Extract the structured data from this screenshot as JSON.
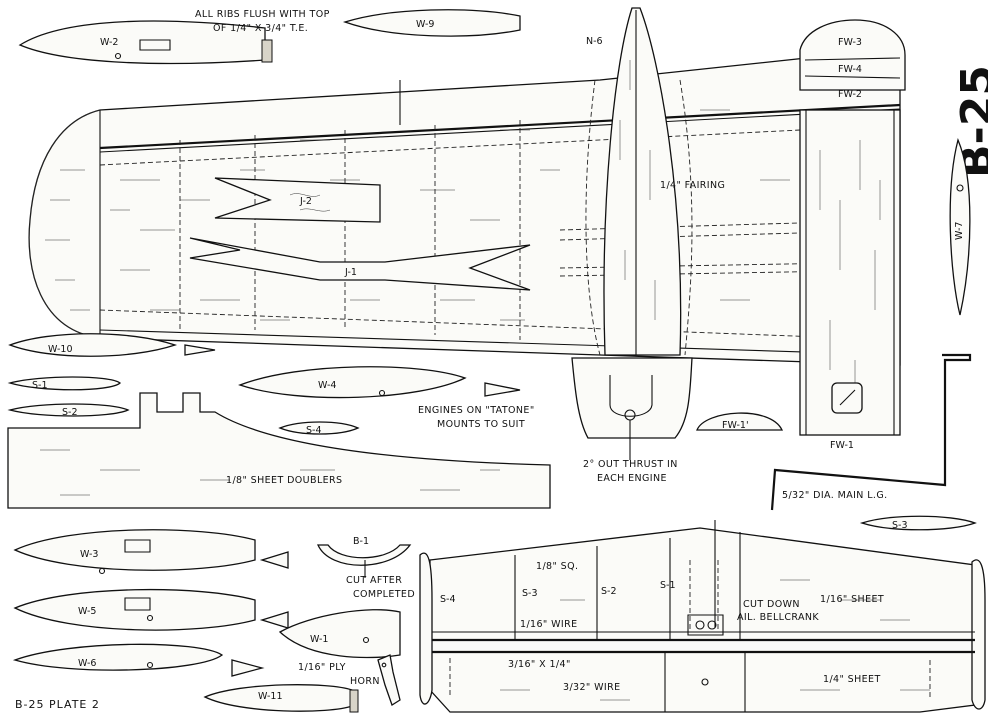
{
  "notes": {
    "ribs_flush_1": "ALL RIBS FLUSH WITH TOP",
    "ribs_flush_2": "OF 1/4\" X 3/4\" T.E.",
    "engines_mount_1": "ENGINES ON \"TATONE\"",
    "engines_mount_2": "MOUNTS TO SUIT",
    "thrust_1": "2° OUT THRUST IN",
    "thrust_2": "EACH ENGINE",
    "sheet_doublers": "1/8\" SHEET DOUBLERS",
    "fairing": "1/4\" FAIRING",
    "main_lg": "5/32\" DIA. MAIN L.G.",
    "cut_after_1": "CUT AFTER",
    "cut_after_2": "COMPLETED",
    "ply_horn_1": "1/16\" PLY",
    "ply_horn_2": "HORN",
    "sq": "1/8\" SQ.",
    "wire_116": "1/16\" WIRE",
    "spar": "3/16\" X 1/4\"",
    "wire_332": "3/32\" WIRE",
    "sheet_116": "1/16\" SHEET",
    "sheet_14": "1/4\" SHEET",
    "cut_down_1": "CUT DOWN",
    "cut_down_2": "AIL. BELLCRANK"
  },
  "parts": {
    "w2": "W-2",
    "w9": "W-9",
    "w10": "W-10",
    "w4": "W-4",
    "w3": "W-3",
    "w5": "W-5",
    "w6": "W-6",
    "w1": "W-1",
    "w11": "W-11",
    "w7": "W-7",
    "s1": "S-1",
    "s2": "S-2",
    "s3": "S-3",
    "s4": "S-4",
    "j1": "J-1",
    "j2": "J-2",
    "n6": "N-6",
    "fw1": "FW-1",
    "fw1p": "FW-1'",
    "fw2": "FW-2",
    "fw3": "FW-3",
    "fw4": "FW-4",
    "b1": "B-1",
    "aile_s4": "S-4",
    "aile_s3": "S-3",
    "aile_s2": "S-2",
    "aile_s1": "S-1"
  },
  "title_block": {
    "plate": "B-25  PLATE 2",
    "big_title": "B-25"
  }
}
